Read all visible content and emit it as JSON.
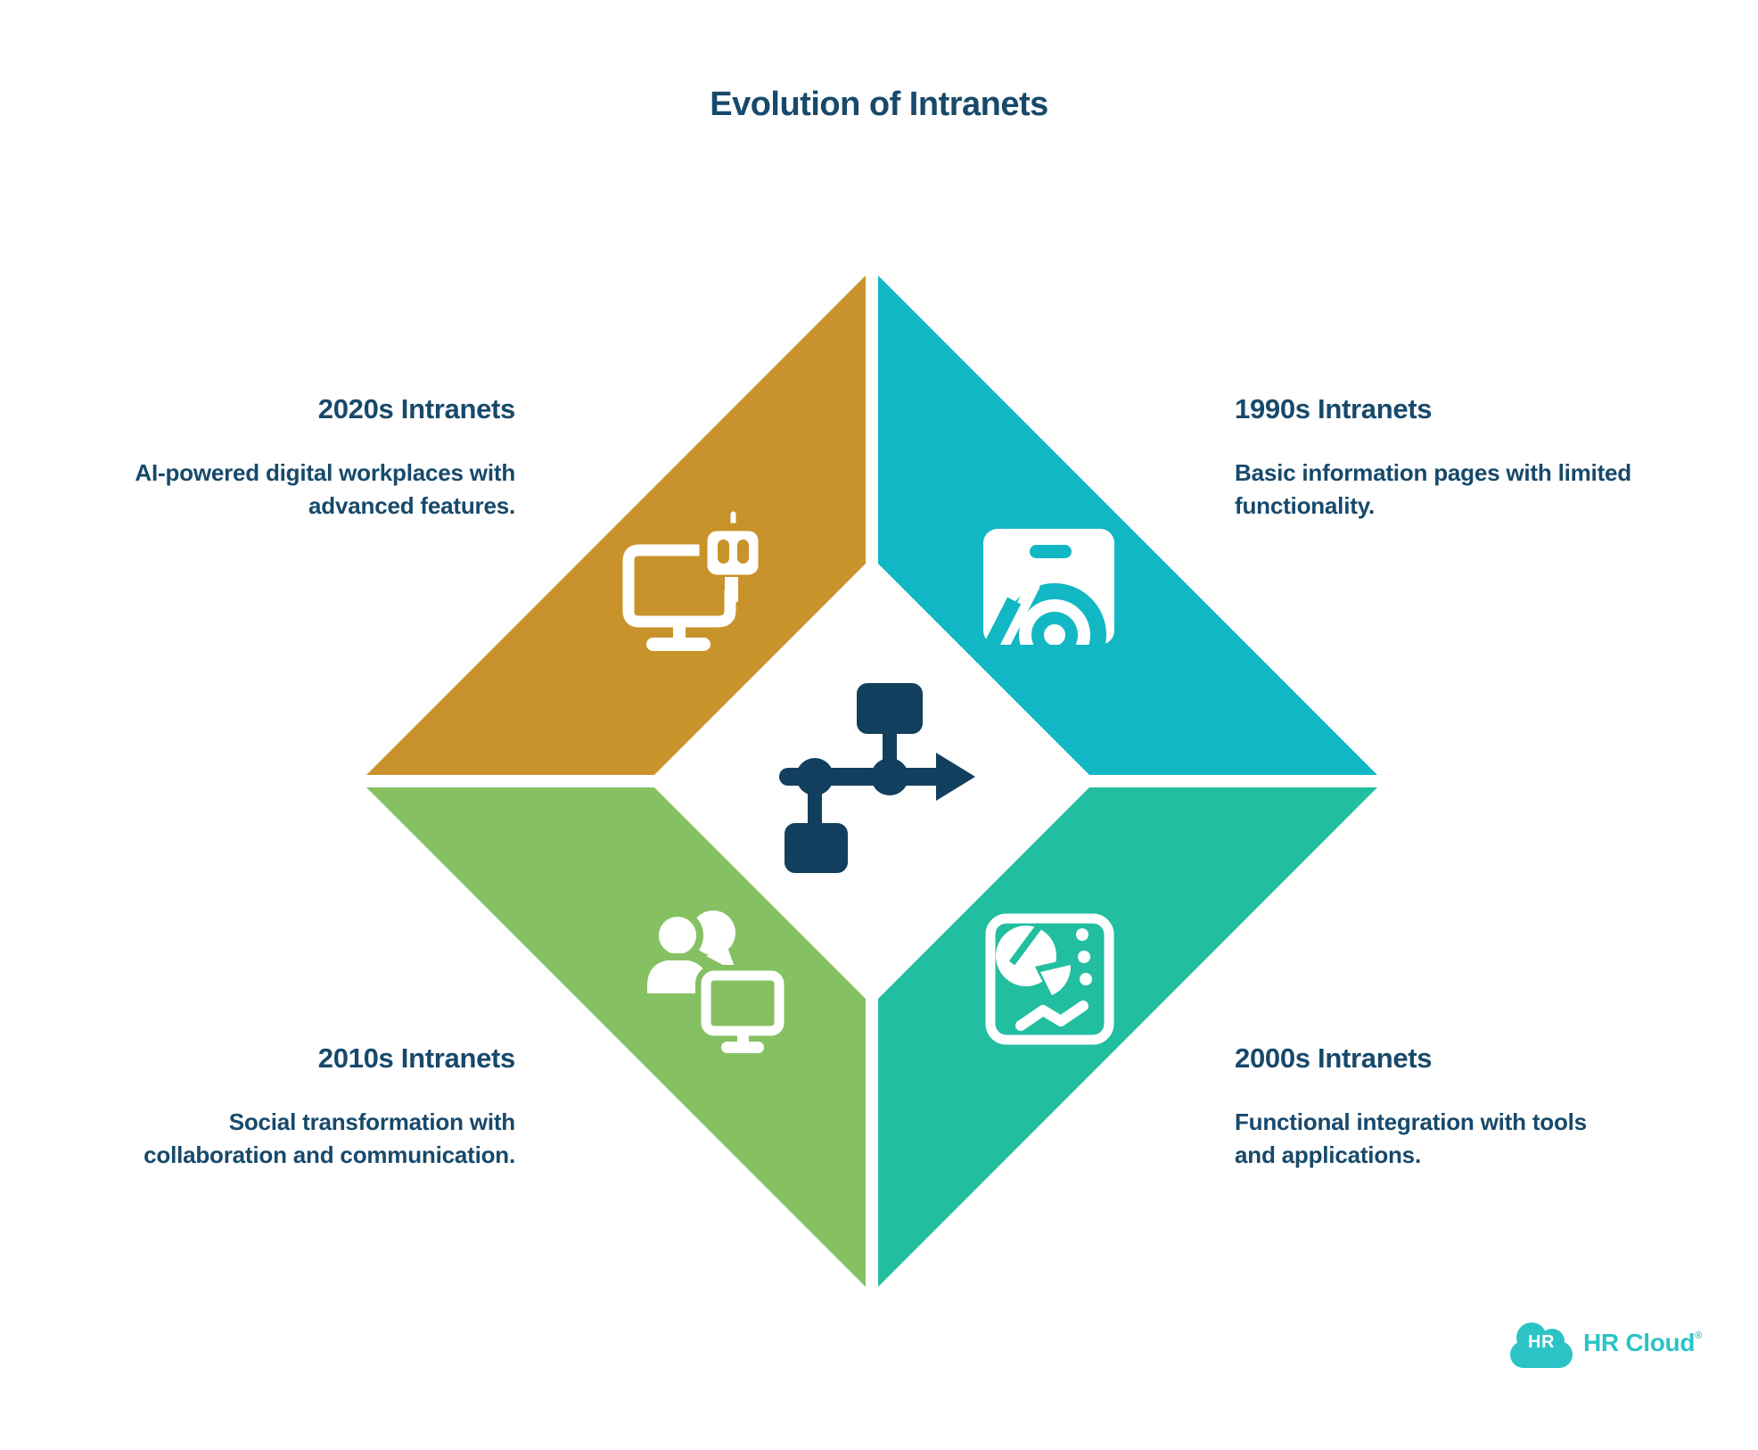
{
  "title": "Evolution of Intranets",
  "eras": [
    {
      "id": "2020s",
      "heading": "2020s Intranets",
      "description": "AI-powered digital workplaces with\nadvanced features.",
      "color": "#C9932B",
      "position": "top-left",
      "icon": "ai-robot-monitor-icon"
    },
    {
      "id": "1990s",
      "heading": "1990s Intranets",
      "description": "Basic information pages with limited\nfunctionality.",
      "color": "#12B7C4",
      "position": "top-right",
      "icon": "basic-webpage-icon"
    },
    {
      "id": "2010s",
      "heading": "2010s Intranets",
      "description": "Social transformation with\ncollaboration and communication.",
      "color": "#85C162",
      "position": "bottom-left",
      "icon": "people-chat-monitor-icon"
    },
    {
      "id": "2000s",
      "heading": "2000s Intranets",
      "description": "Functional integration with tools\nand applications.",
      "color": "#22BEA0",
      "position": "bottom-right",
      "icon": "dashboard-pie-chart-icon"
    }
  ],
  "center": {
    "icon": "sitemap-timeline-icon",
    "color": "#123F5E"
  },
  "logo": {
    "badge": "HR",
    "name": "HR Cloud",
    "mark": "®",
    "color": "#2BC3C6"
  },
  "colors": {
    "text": "#17496B",
    "background": "#FFFFFF"
  }
}
